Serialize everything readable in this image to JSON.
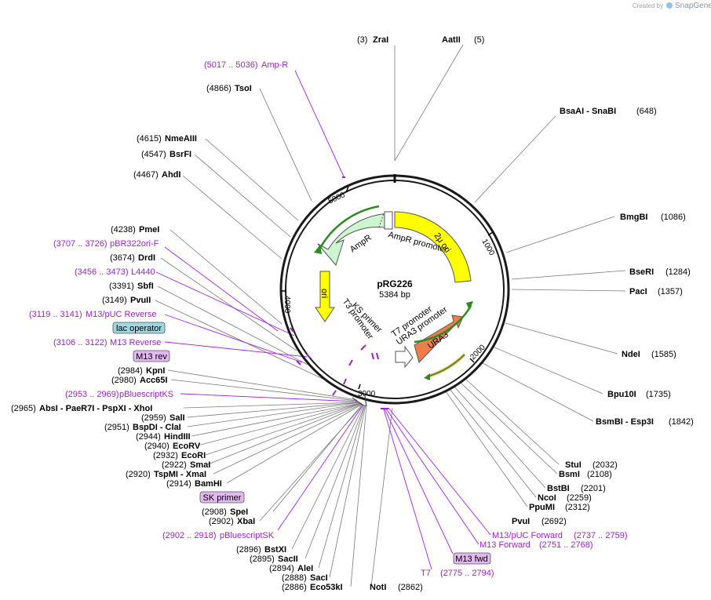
{
  "credit": {
    "created_by": "Created by",
    "brand": "SnapGene"
  },
  "plasmid": {
    "name": "pRG226",
    "size_label": "5384 bp",
    "length": 5384
  },
  "ticks": [
    "1000",
    "2000",
    "3000",
    "4000",
    "5000"
  ],
  "features": {
    "ampr": "AmpR",
    "ampr_promoter": "AmpR promoter",
    "two_micron": "2μ ori",
    "ori": "ori",
    "ura3": "URA3",
    "ura3_promoter": "URA3 promoter",
    "t7_promoter": "T7 promoter",
    "t3_promoter": "T3 promoter",
    "ks_primer": "KS primer"
  },
  "sites": [
    {
      "text": "(3)",
      "bold": "ZraI"
    },
    {
      "text": "AatII",
      "bold2": true,
      "pos": "(5)"
    },
    {
      "bold": "BsaAI   - SnaBI",
      "pos": "(648)"
    },
    {
      "bold": "BmgBI",
      "pos": "(1086)"
    },
    {
      "bold": "BseRI",
      "pos": "(1284)"
    },
    {
      "bold": "PacI",
      "pos": "(1357)"
    },
    {
      "bold": "NdeI",
      "pos": "(1585)"
    },
    {
      "bold": "Bpu10I",
      "pos": "(1735)"
    },
    {
      "bold": "BsmBI   - Esp3I",
      "pos": "(1842)"
    },
    {
      "bold": "StuI",
      "pos": "(2032)"
    },
    {
      "bold": "BsmI",
      "pos": "(2108)"
    },
    {
      "bold": "BstBI",
      "pos": "(2201)"
    },
    {
      "bold": "NcoI",
      "pos": "(2259)"
    },
    {
      "bold": "PpuMI",
      "pos": "(2312)"
    },
    {
      "bold": "PvuI",
      "pos": "(2692)"
    },
    {
      "feat": "M13/pUC Forward",
      "pos": "(2737 .. 2759)"
    },
    {
      "feat": "M13 Forward",
      "pos": "(2751 .. 2768)"
    },
    {
      "box": "M13 fwd"
    },
    {
      "feat": "T7",
      "pos": "(2775 .. 2794)"
    },
    {
      "bold": "NotI",
      "pos": "(2862)"
    },
    {
      "pos": "(2886)",
      "bold": "Eco53kI"
    },
    {
      "pos": "(2888)",
      "bold": "SacI"
    },
    {
      "pos": "(2894)",
      "bold": "AleI"
    },
    {
      "pos": "(2895)",
      "bold": "SacII"
    },
    {
      "pos": "(2896)",
      "bold": "BstXI"
    },
    {
      "pos": "(2902 .. 2918)",
      "feat": "pBluescriptSK"
    },
    {
      "pos": "(2902)",
      "bold": "XbaI"
    },
    {
      "pos": "(2908)",
      "bold": "SpeI"
    },
    {
      "box": "SK primer"
    },
    {
      "pos": "(2914)",
      "bold": "BamHI"
    },
    {
      "pos": "(2920)",
      "bold": "TspMI   - XmaI"
    },
    {
      "pos": "(2922)",
      "bold": "SmaI"
    },
    {
      "pos": "(2932)",
      "bold": "EcoRI"
    },
    {
      "pos": "(2940)",
      "bold": "EcoRV"
    },
    {
      "pos": "(2944)",
      "bold": "HindIII"
    },
    {
      "pos": "(2951)",
      "bold": "BspDI   - ClaI"
    },
    {
      "pos": "(2959)",
      "bold": "SalI"
    },
    {
      "pos": "(2965)",
      "bold": "AbsI   - PaeR7I   - PspXI   - XhoI"
    },
    {
      "pos": "(2953 .. 2969)",
      "feat": "pBluescriptKS"
    },
    {
      "pos": "(2980)",
      "bold": "Acc65I"
    },
    {
      "pos": "(2984)",
      "bold": "KpnI"
    },
    {
      "box": "M13 rev"
    },
    {
      "pos": "(3106 .. 3122)",
      "feat": "M13 Reverse"
    },
    {
      "box": "lac operator"
    },
    {
      "pos": "(3119 .. 3141)",
      "feat": "M13/pUC Reverse"
    },
    {
      "pos": "(3149)",
      "bold": "PvuII"
    },
    {
      "pos": "(3391)",
      "bold": "SbfI"
    },
    {
      "pos": "(3456 .. 3473)",
      "feat": "L4440"
    },
    {
      "pos": "(3674)",
      "bold": "DrdI"
    },
    {
      "pos": "(3707 .. 3726)",
      "feat": "pBR322ori-F"
    },
    {
      "pos": "(4238)",
      "bold": "PmeI"
    },
    {
      "pos": "(4467)",
      "bold": "AhdI"
    },
    {
      "pos": "(4547)",
      "bold": "BsrFI"
    },
    {
      "pos": "(4615)",
      "bold": "NmeAIII"
    },
    {
      "pos": "(4866)",
      "bold": "TsoI"
    },
    {
      "pos": "(5017 .. 5036)",
      "feat": "Amp-R"
    }
  ],
  "colors": {
    "backbone": "#1a1a1a",
    "feature_label": "#9a23c4",
    "ampr_fill": "#ccf5d0",
    "two_micron_fill": "#ffff00",
    "ori_fill": "#ffff00",
    "ura3_fill": "#f07e4c",
    "primer_box": "#e3b8f0",
    "lac_box": "#9fd6e0"
  }
}
